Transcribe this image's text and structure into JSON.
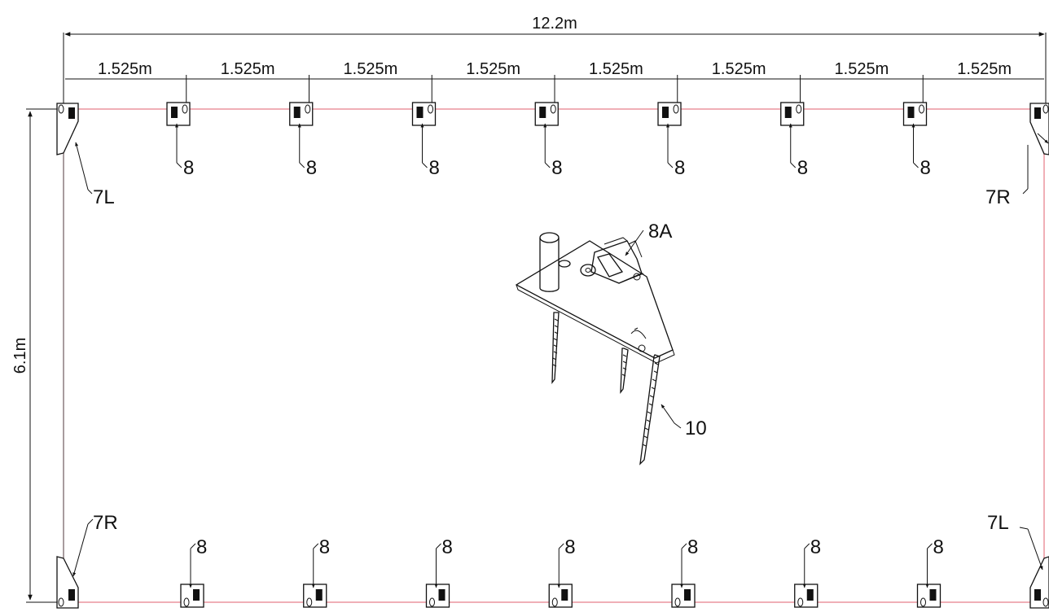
{
  "dimensions": {
    "total_width": "12.2m",
    "height": "6.1m",
    "spacing_labels": [
      "1.525m",
      "1.525m",
      "1.525m",
      "1.525m",
      "1.525m",
      "1.525m",
      "1.525m",
      "1.525m"
    ]
  },
  "labels": {
    "top_left_corner": "7L",
    "top_right_corner": "7R",
    "bottom_left_corner": "7R",
    "bottom_right_corner": "7L",
    "top_brackets": [
      "8",
      "8",
      "8",
      "8",
      "8",
      "8",
      "8"
    ],
    "bottom_brackets": [
      "8",
      "8",
      "8",
      "8",
      "8",
      "8",
      "8"
    ],
    "detail_bracket": "8A",
    "detail_stake": "10"
  },
  "colors": {
    "perimeter": "#e57a86",
    "ink": "#111111"
  }
}
